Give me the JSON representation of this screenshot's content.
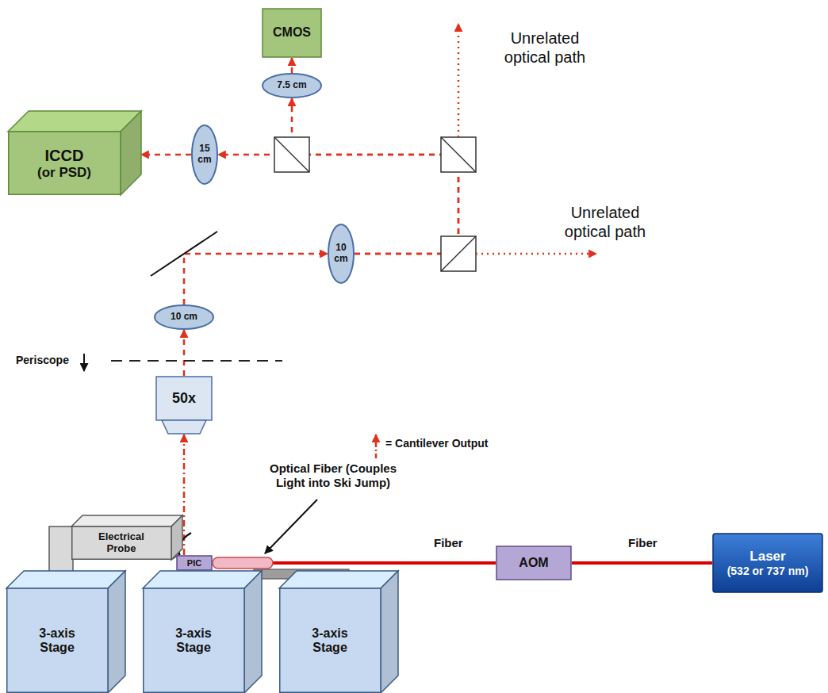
{
  "diagram": {
    "nodes": [
      {
        "text": [
          "CMOS"
        ]
      },
      {
        "text": [
          "7.5 cm"
        ]
      },
      {
        "text": [
          "ICCD",
          "(or PSD)"
        ]
      },
      {
        "text": [
          "15 cm"
        ]
      },
      {
        "text": [
          "10 cm"
        ]
      },
      {
        "text": [
          "10 cm"
        ]
      },
      {
        "text": [
          "50x"
        ]
      },
      {
        "text": [
          "Electrical Probe"
        ]
      },
      {
        "text": [
          "PIC"
        ]
      },
      {
        "text": [
          "AOM"
        ]
      },
      {
        "text": [
          "Laser",
          "(532 or 737 nm)"
        ]
      },
      {
        "text": [
          "3-axis Stage"
        ]
      },
      {
        "text": [
          "3-axis Stage"
        ]
      },
      {
        "text": [
          "3-axis Stage"
        ]
      }
    ],
    "edges": [
      {
        "from": 8,
        "to": 6,
        "arrow": "to"
      },
      {
        "from": 6,
        "to": 5,
        "arrow": "to"
      },
      {
        "from": 5,
        "to": 4,
        "arrow": "to"
      },
      {
        "from": 4,
        "to": 3,
        "arrow": "to"
      },
      {
        "from": 4,
        "to": 1,
        "arrow": "to"
      },
      {
        "from": 3,
        "to": 2,
        "arrow": "to"
      },
      {
        "from": 1,
        "to": 0,
        "arrow": "to"
      },
      {
        "from": 10,
        "to": 9,
        "arrow": "none",
        "label": "Fiber"
      },
      {
        "from": 9,
        "to": 8,
        "arrow": "none",
        "label": "Fiber"
      }
    ],
    "labels": [
      "Unrelated optical path",
      "Unrelated optical path",
      "Periscope",
      "Optical Fiber (Couples Light into Ski Jump)"
    ],
    "legend": [
      {
        "text": "= Cantilever Output"
      }
    ]
  }
}
